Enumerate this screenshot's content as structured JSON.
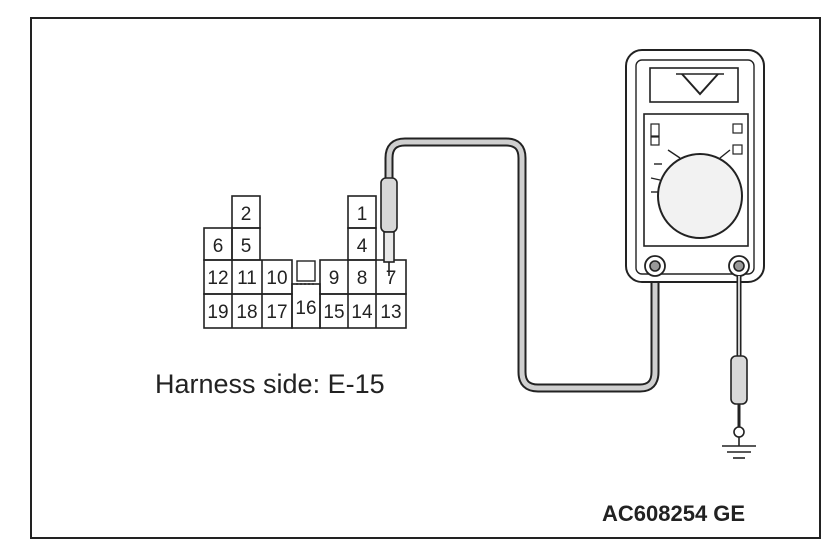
{
  "connector": {
    "pins": {
      "p1": "1",
      "p2": "2",
      "p4": "4",
      "p5": "5",
      "p6": "6",
      "p7": "7",
      "p8": "8",
      "p9": "9",
      "p10": "10",
      "p11": "11",
      "p12": "12",
      "p13": "13",
      "p14": "14",
      "p15": "15",
      "p16": "16",
      "p17": "17",
      "p18": "18",
      "p19": "19"
    }
  },
  "caption": "Harness side: E-15",
  "figure_code": "AC608254 GE",
  "icons": {
    "meter": "multimeter-icon",
    "ground": "ground-icon",
    "probe": "probe-icon"
  }
}
